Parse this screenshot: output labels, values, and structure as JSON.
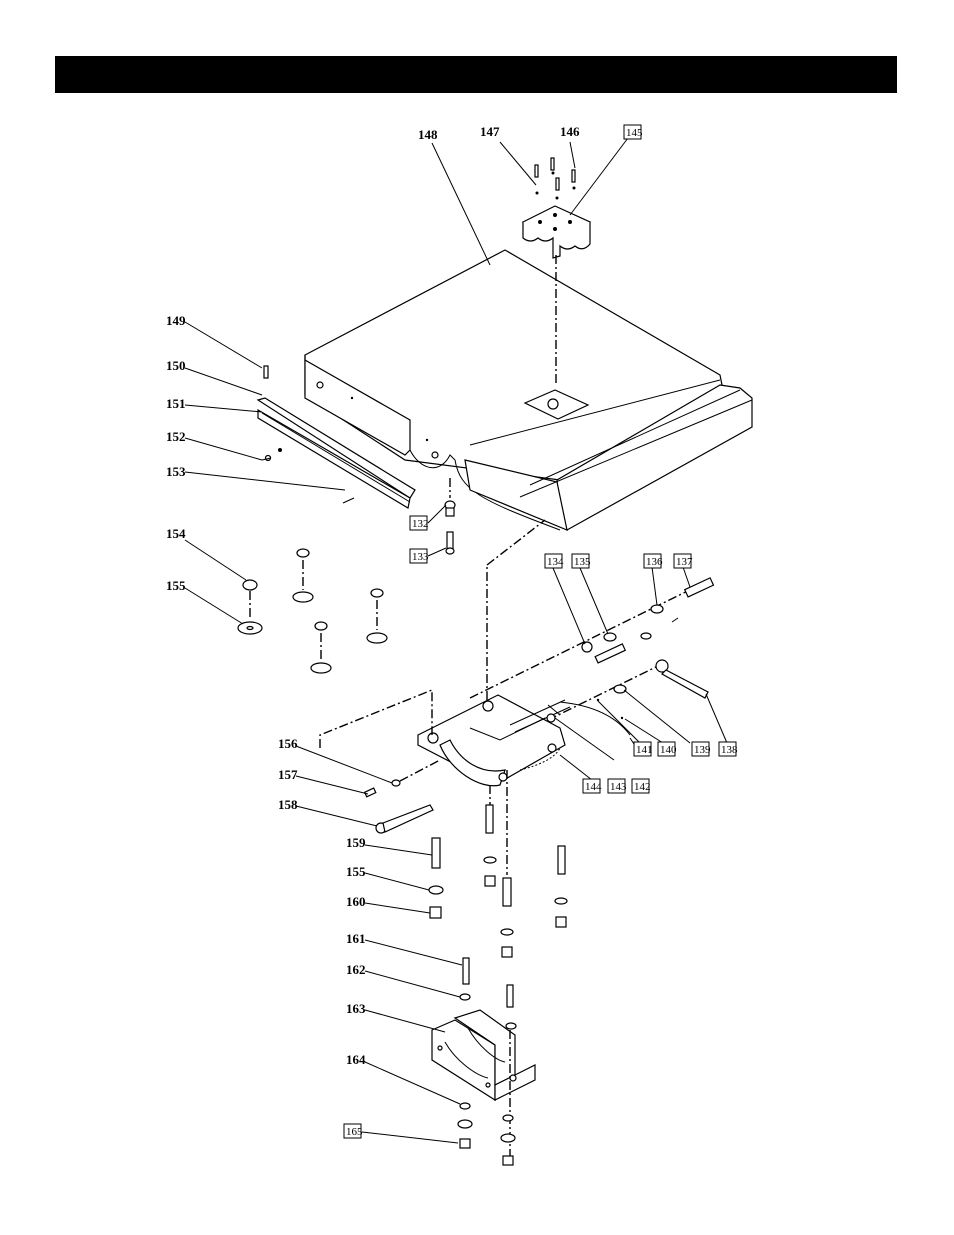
{
  "header": {
    "title": ""
  },
  "callouts": [
    {
      "id": "l148",
      "text": "148",
      "boxed": false
    },
    {
      "id": "l147",
      "text": "147",
      "boxed": false
    },
    {
      "id": "l146",
      "text": "146",
      "boxed": false
    },
    {
      "id": "l145",
      "text": "145",
      "boxed": true
    },
    {
      "id": "l149",
      "text": "149",
      "boxed": false
    },
    {
      "id": "l150",
      "text": "150",
      "boxed": false
    },
    {
      "id": "l151",
      "text": "151",
      "boxed": false
    },
    {
      "id": "l152",
      "text": "152",
      "boxed": false
    },
    {
      "id": "l153",
      "text": "153",
      "boxed": false
    },
    {
      "id": "l132",
      "text": "132",
      "boxed": true
    },
    {
      "id": "l133",
      "text": "133",
      "boxed": true
    },
    {
      "id": "l154",
      "text": "154",
      "boxed": false
    },
    {
      "id": "l155a",
      "text": "155",
      "boxed": false
    },
    {
      "id": "l134",
      "text": "134",
      "boxed": true
    },
    {
      "id": "l135",
      "text": "135",
      "boxed": true
    },
    {
      "id": "l136",
      "text": "136",
      "boxed": true
    },
    {
      "id": "l137",
      "text": "137",
      "boxed": true
    },
    {
      "id": "l138",
      "text": "138",
      "boxed": true
    },
    {
      "id": "l139",
      "text": "139",
      "boxed": true
    },
    {
      "id": "l140",
      "text": "140",
      "boxed": true
    },
    {
      "id": "l141",
      "text": "141",
      "boxed": true
    },
    {
      "id": "l142",
      "text": "142",
      "boxed": true
    },
    {
      "id": "l143",
      "text": "143",
      "boxed": true
    },
    {
      "id": "l144",
      "text": "144",
      "boxed": true
    },
    {
      "id": "l156",
      "text": "156",
      "boxed": false
    },
    {
      "id": "l157",
      "text": "157",
      "boxed": false
    },
    {
      "id": "l158",
      "text": "158",
      "boxed": false
    },
    {
      "id": "l159",
      "text": "159",
      "boxed": false
    },
    {
      "id": "l155b",
      "text": "155",
      "boxed": false
    },
    {
      "id": "l160",
      "text": "160",
      "boxed": false
    },
    {
      "id": "l161",
      "text": "161",
      "boxed": false
    },
    {
      "id": "l162",
      "text": "162",
      "boxed": false
    },
    {
      "id": "l163",
      "text": "163",
      "boxed": false
    },
    {
      "id": "l164",
      "text": "164",
      "boxed": false
    },
    {
      "id": "l165",
      "text": "165",
      "boxed": true
    }
  ]
}
